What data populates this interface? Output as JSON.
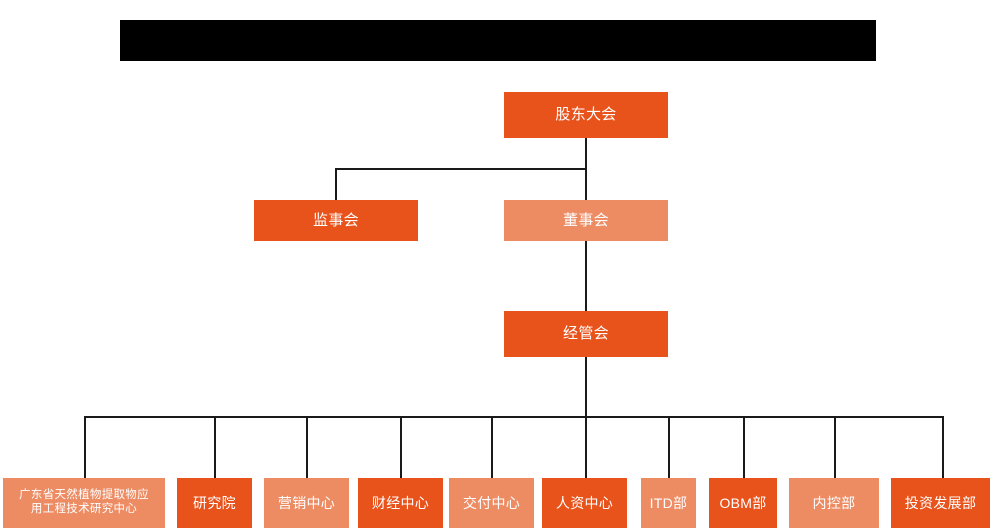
{
  "banner": {
    "name": "redacted-title-banner",
    "text": "",
    "color": "#000000"
  },
  "colors": {
    "dark_orange": "#E8521B",
    "light_orange": "#ED8B63",
    "line": "#1a1a1a",
    "background": "#ffffff",
    "text": "#ffffff"
  },
  "chart": {
    "type": "org-chart",
    "title": "",
    "levels": [
      {
        "level": 1,
        "nodes": [
          {
            "id": "shareholders",
            "label": "股东大会",
            "tone": "dark"
          }
        ]
      },
      {
        "level": 2,
        "nodes": [
          {
            "id": "supervisors",
            "label": "监事会",
            "tone": "dark"
          },
          {
            "id": "directors",
            "label": "董事会",
            "tone": "light"
          }
        ]
      },
      {
        "level": 3,
        "nodes": [
          {
            "id": "management",
            "label": "经管会",
            "tone": "dark"
          }
        ]
      },
      {
        "level": 4,
        "nodes": [
          {
            "id": "gd-research-center",
            "label": "广东省天然植物提取物应\n用工程技术研究中心",
            "tone": "light"
          },
          {
            "id": "research-institute",
            "label": "研究院",
            "tone": "dark"
          },
          {
            "id": "marketing-center",
            "label": "营销中心",
            "tone": "light"
          },
          {
            "id": "finance-center",
            "label": "财经中心",
            "tone": "dark"
          },
          {
            "id": "delivery-center",
            "label": "交付中心",
            "tone": "light"
          },
          {
            "id": "hr-center",
            "label": "人资中心",
            "tone": "dark"
          },
          {
            "id": "itd-dept",
            "label": "ITD部",
            "tone": "light"
          },
          {
            "id": "obm-dept",
            "label": "OBM部",
            "tone": "dark"
          },
          {
            "id": "internal-control-dept",
            "label": "内控部",
            "tone": "light"
          },
          {
            "id": "investment-development-dept",
            "label": "投资发展部",
            "tone": "dark"
          }
        ]
      }
    ],
    "edges": [
      {
        "from": "shareholders",
        "to": "supervisors"
      },
      {
        "from": "shareholders",
        "to": "directors"
      },
      {
        "from": "directors",
        "to": "management"
      },
      {
        "from": "management",
        "to": "gd-research-center"
      },
      {
        "from": "management",
        "to": "research-institute"
      },
      {
        "from": "management",
        "to": "marketing-center"
      },
      {
        "from": "management",
        "to": "finance-center"
      },
      {
        "from": "management",
        "to": "delivery-center"
      },
      {
        "from": "management",
        "to": "hr-center"
      },
      {
        "from": "management",
        "to": "itd-dept"
      },
      {
        "from": "management",
        "to": "obm-dept"
      },
      {
        "from": "management",
        "to": "internal-control-dept"
      },
      {
        "from": "management",
        "to": "investment-development-dept"
      }
    ]
  }
}
